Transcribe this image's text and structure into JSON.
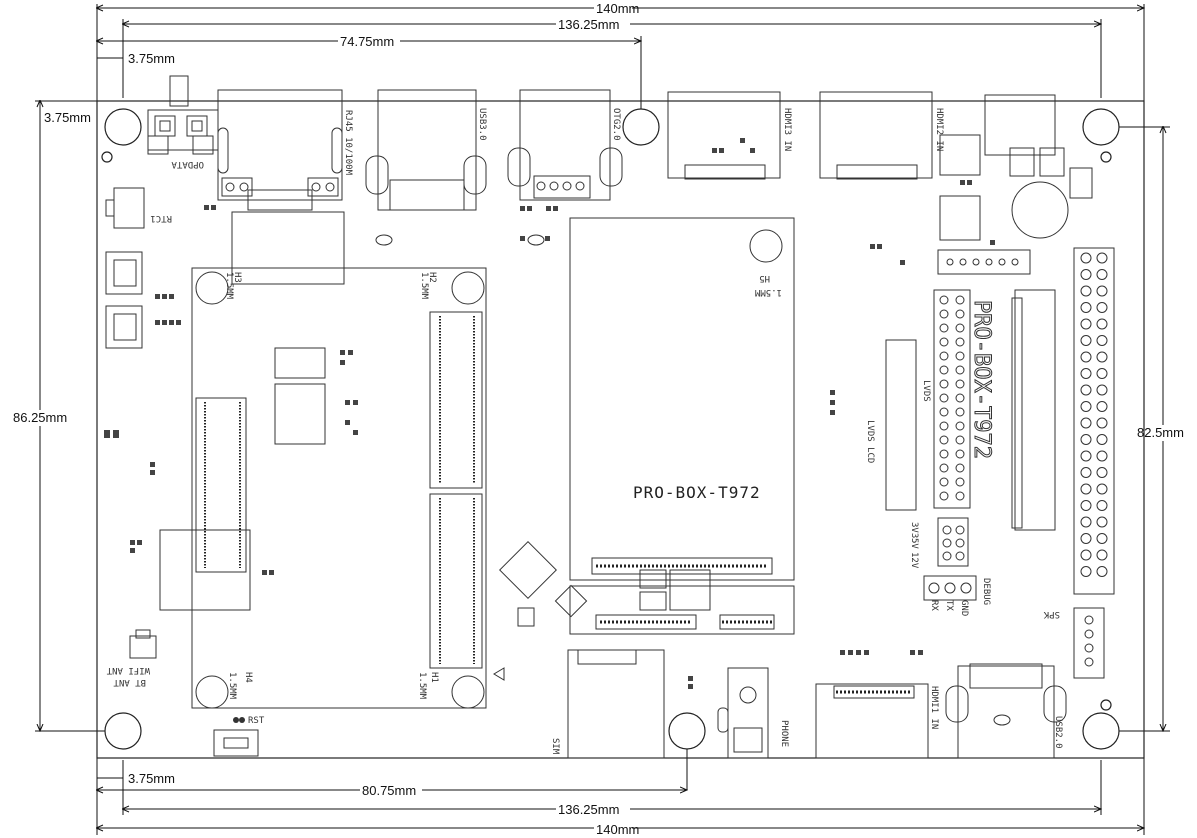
{
  "dimensions": {
    "total_width": "140mm",
    "hole_span_width": "136.25mm",
    "top_offset_74": "74.75mm",
    "top_left_offset": "3.75mm",
    "top_left_vertical_offset": "3.75mm",
    "bottom_left_offset": "3.75mm",
    "bottom_offset_80": "80.75mm",
    "total_height": "86.25mm",
    "hole_span_height": "82.5mm"
  },
  "board": {
    "title": "PRO-BOX-T972",
    "vertical_title": "PRO-BOX-T972"
  },
  "labels": {
    "opdata": "OPDATA",
    "rtc": "RTC1",
    "rj45": "RJ45 10/100M",
    "usb30": "USB3.0",
    "otg": "OTG2.0",
    "hdmi_in_top1": "HDMI3 IN",
    "hdmi_in_top2": "HDMI2 IN",
    "hole_h3": "H3",
    "hole_h3_size": "1.5MM",
    "hole_h2": "H2",
    "hole_h2_size": "1.5MM",
    "hole_h4": "H4",
    "hole_h4_size": "1.5MM",
    "hole_h1": "H1",
    "hole_h1_size": "1.5MM",
    "hole_h5": "H5",
    "hole_h5_size": "1.5MM",
    "lvds": "LVDS",
    "lvds_lcd": "LVDS LCD",
    "v33": "3V3",
    "v5": "5V",
    "v12": "12V",
    "debug": "DEBUG",
    "rx": "RX",
    "tx": "TX",
    "gnd": "GND",
    "spk": "SPK",
    "wifi_ant": "WIFI ANT",
    "bt_ant": "BT ANT",
    "rst": "RST",
    "sim": "SIM",
    "phone": "PHONE",
    "hdmi_in_bottom": "HDMI1 IN",
    "usb20": "USB2.0"
  }
}
